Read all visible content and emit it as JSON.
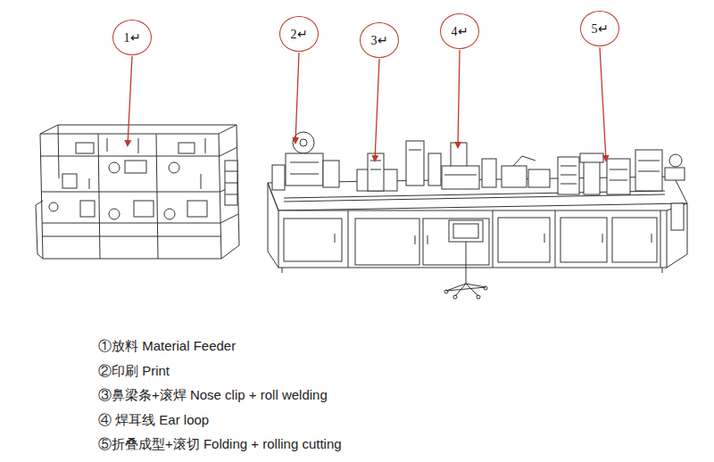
{
  "diagram": {
    "nodes": [
      {
        "text": [
          "1↵"
        ]
      },
      {
        "text": [
          "2↵"
        ]
      },
      {
        "text": [
          "3↵"
        ]
      },
      {
        "text": [
          "4↵"
        ]
      },
      {
        "text": [
          "5↵"
        ]
      }
    ],
    "labels": [
      "①放料 Material Feeder",
      "②印刷 Print",
      "③鼻梁条+滚焊 Nose clip + roll welding",
      "④ 焊耳线 Ear loop",
      "⑤折叠成型+滚切 Folding + rolling cutting"
    ]
  }
}
